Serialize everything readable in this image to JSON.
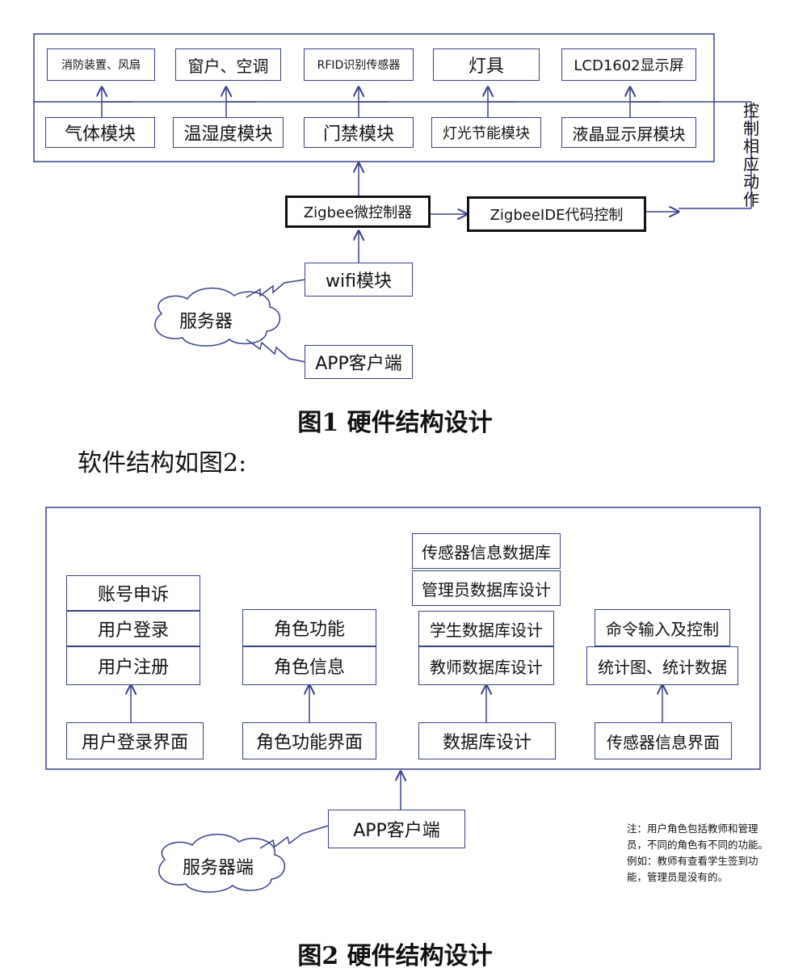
{
  "figure1": {
    "top_row": [
      "消防装置、风扇",
      "窗户、空调",
      "RFID识别传感器",
      "灯具",
      "LCD1602显示屏"
    ],
    "module_row": [
      "气体模块",
      "温湿度模块",
      "门禁模块",
      "灯光节能模块",
      "液晶显示屏模块"
    ],
    "controller": "Zigbee微控制器",
    "ide": "ZigbeeIDE代码控制",
    "side_label": "控制相应动作",
    "wifi": "wifi模块",
    "server": "服务器",
    "app": "APP客户端",
    "caption": "图1  硬件结构设计"
  },
  "body_text": "软件结构如图2:",
  "figure2": {
    "col1": [
      "账号申诉",
      "用户登录",
      "用户注册"
    ],
    "col1_base": "用户登录界面",
    "col2": [
      "角色功能",
      "角色信息"
    ],
    "col2_base": "角色功能界面",
    "col3": [
      "传感器信息数据库",
      "管理员数据库设计",
      "学生数据库设计",
      "教师数据库设计"
    ],
    "col3_base": "数据库设计",
    "col4": [
      "命令输入及控制",
      "统计图、统计数据"
    ],
    "col4_base": "传感器信息界面",
    "app": "APP客户端",
    "server": "服务器端",
    "note": "注：用户角色包括教师和管理员，不同的角色有不同的功能。例如：教师有查看学生签到功能，管理员是没有的。",
    "caption": "图2  硬件结构设计"
  }
}
